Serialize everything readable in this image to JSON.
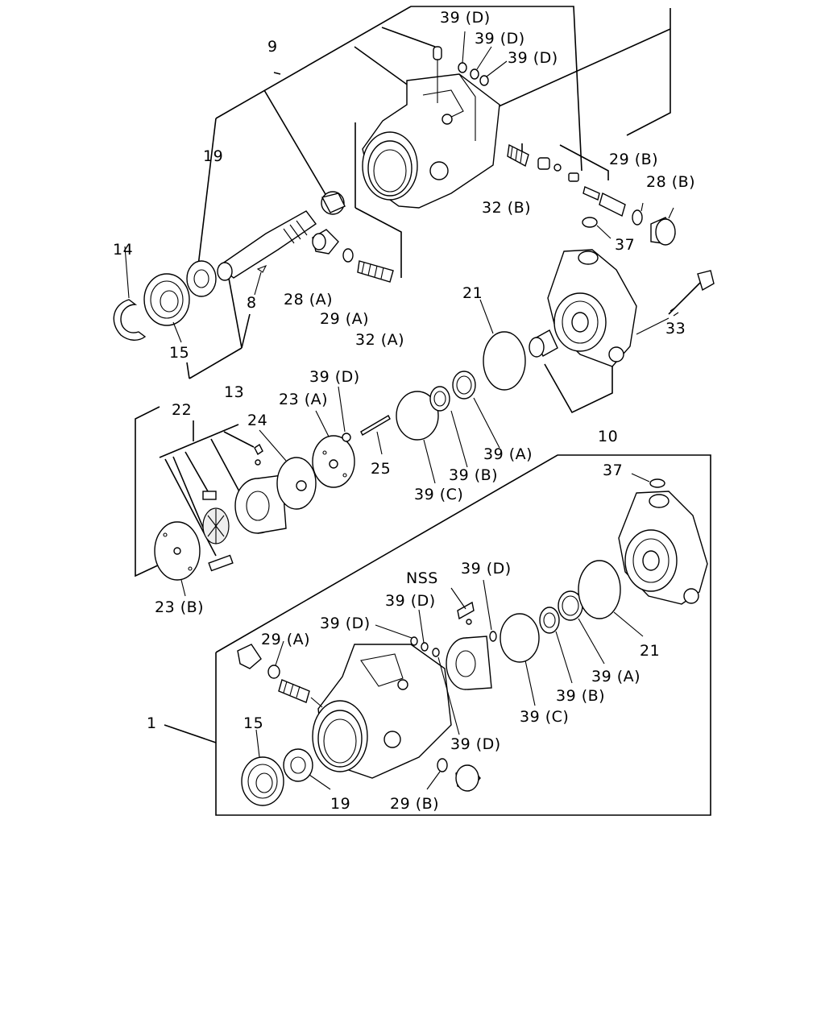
{
  "labels": {
    "l_39d_top1": "39 (D)",
    "l_39d_top2": "39 (D)",
    "l_39d_top3": "39 (D)",
    "l_9": "9",
    "l_19_top": "19",
    "l_29b_top": "29 (B)",
    "l_28b": "28 (B)",
    "l_32b": "32 (B)",
    "l_37_top": "37",
    "l_14": "14",
    "l_28a": "28 (A)",
    "l_29a_top": "29 (A)",
    "l_32a": "32 (A)",
    "l_8": "8",
    "l_15_top": "15",
    "l_21_top": "21",
    "l_33": "33",
    "l_13": "13",
    "l_39d_mid": "39 (D)",
    "l_10": "10",
    "l_22": "22",
    "l_23a": "23 (A)",
    "l_24": "24",
    "l_25": "25",
    "l_39a_mid": "39 (A)",
    "l_39b_mid": "39 (B)",
    "l_39c_mid": "39 (C)",
    "l_37_bot": "37",
    "l_23b": "23 (B)",
    "l_nss": "NSS",
    "l_39d_b1": "39 (D)",
    "l_39d_b2": "39 (D)",
    "l_39d_b3": "39 (D)",
    "l_29a_bot": "29 (A)",
    "l_21_bot": "21",
    "l_39a_bot": "39 (A)",
    "l_39b_bot": "39 (B)",
    "l_1": "1",
    "l_39c_bot": "39 (C)",
    "l_15_bot": "15",
    "l_39d_b4": "39 (D)",
    "l_19_bot": "19",
    "l_29b_bot": "29 (B)"
  }
}
